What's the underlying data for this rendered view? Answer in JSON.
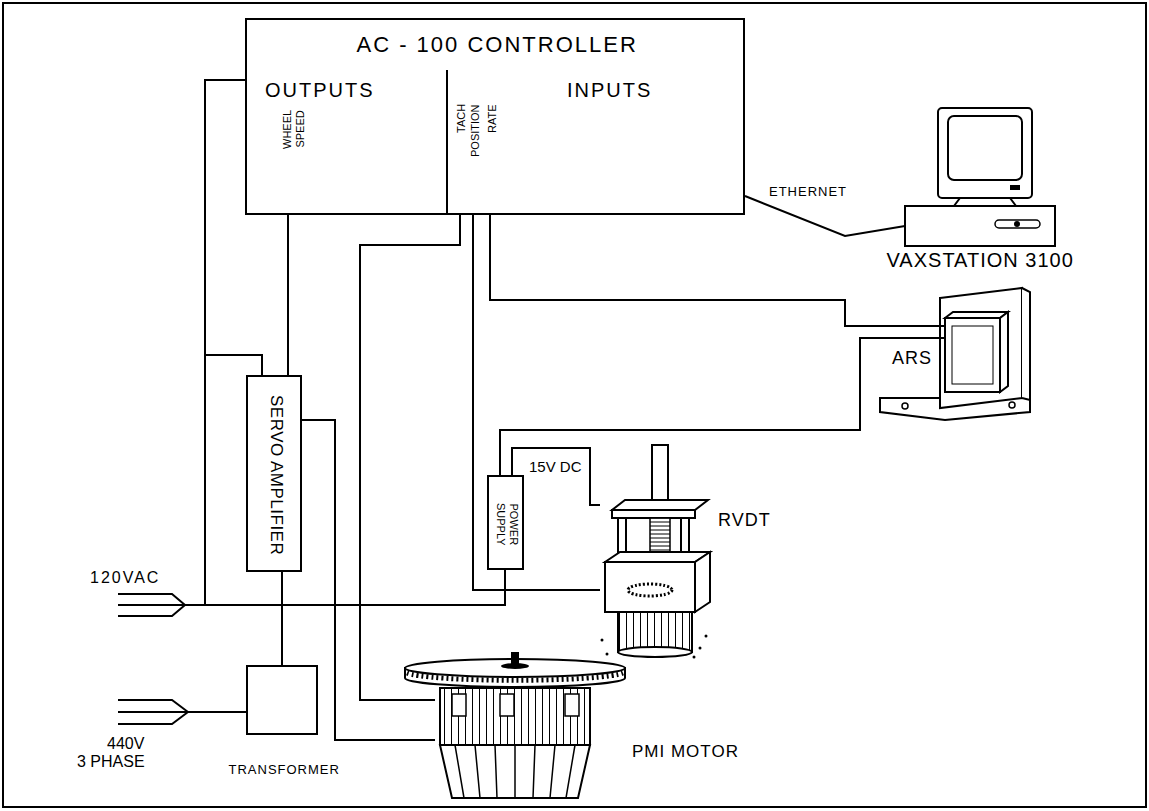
{
  "diagram": {
    "nodes": [
      {
        "text": [
          "AC - 100 CONTROLLER",
          "OUTPUTS",
          "INPUTS",
          "WHEEL SPEED",
          "TACH",
          "POSITION",
          "RATE"
        ]
      },
      {
        "text": [
          "VAXSTATION 3100"
        ]
      },
      {
        "text": [
          "ARS"
        ]
      },
      {
        "text": [
          "SERVO AMPLIFIER"
        ]
      },
      {
        "text": [
          "POWER SUPPLY"
        ]
      },
      {
        "text": [
          "RVDT"
        ]
      },
      {
        "text": [
          "TRANSFORMER"
        ]
      },
      {
        "text": [
          "PMI MOTOR"
        ]
      }
    ],
    "edges": [
      {
        "from": 0,
        "to": 1,
        "label": "ETHERNET",
        "arrow": "none"
      },
      {
        "from": 0,
        "to": 3,
        "arrow": "none"
      },
      {
        "from": 7,
        "to": 0,
        "arrow": "none"
      },
      {
        "from": 0,
        "to": 5,
        "arrow": "none"
      },
      {
        "from": 0,
        "to": 2,
        "arrow": "none"
      },
      {
        "from": 4,
        "to": 5,
        "label": "15V DC",
        "arrow": "none"
      },
      {
        "from": 4,
        "to": 2,
        "arrow": "none"
      },
      {
        "from": 3,
        "to": 7,
        "arrow": "none"
      },
      {
        "from": 6,
        "to": 3,
        "arrow": "none"
      }
    ],
    "labels": [
      "120VAC",
      "440V 3 PHASE"
    ]
  }
}
